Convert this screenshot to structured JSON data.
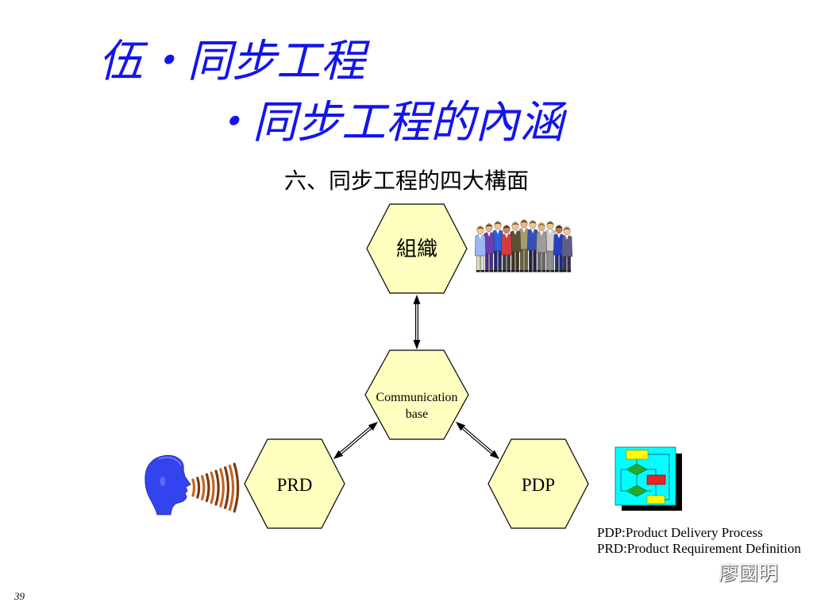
{
  "slide": {
    "title_line1": "伍‧同步工程",
    "title_line2": "‧同步工程的內涵",
    "heading": "六、同步工程的四大構面",
    "author": "廖國明",
    "page_number": "39"
  },
  "diagram": {
    "top_node": "組織",
    "center_node": [
      "Communication",
      "base"
    ],
    "left_node": "PRD",
    "right_node": "PDP"
  },
  "legend": {
    "pdp": "PDP:Product Delivery Process",
    "prd": "PRD:Product Requirement Definition"
  },
  "icons": {
    "people": "people-group-icon",
    "speaker": "speaking-head-icon",
    "process": "flowchart-icon"
  },
  "colors": {
    "title": "#1414EE",
    "node_fill": "#FFFFC0",
    "node_stroke": "#000000",
    "author_text": "#FFFFFF"
  }
}
